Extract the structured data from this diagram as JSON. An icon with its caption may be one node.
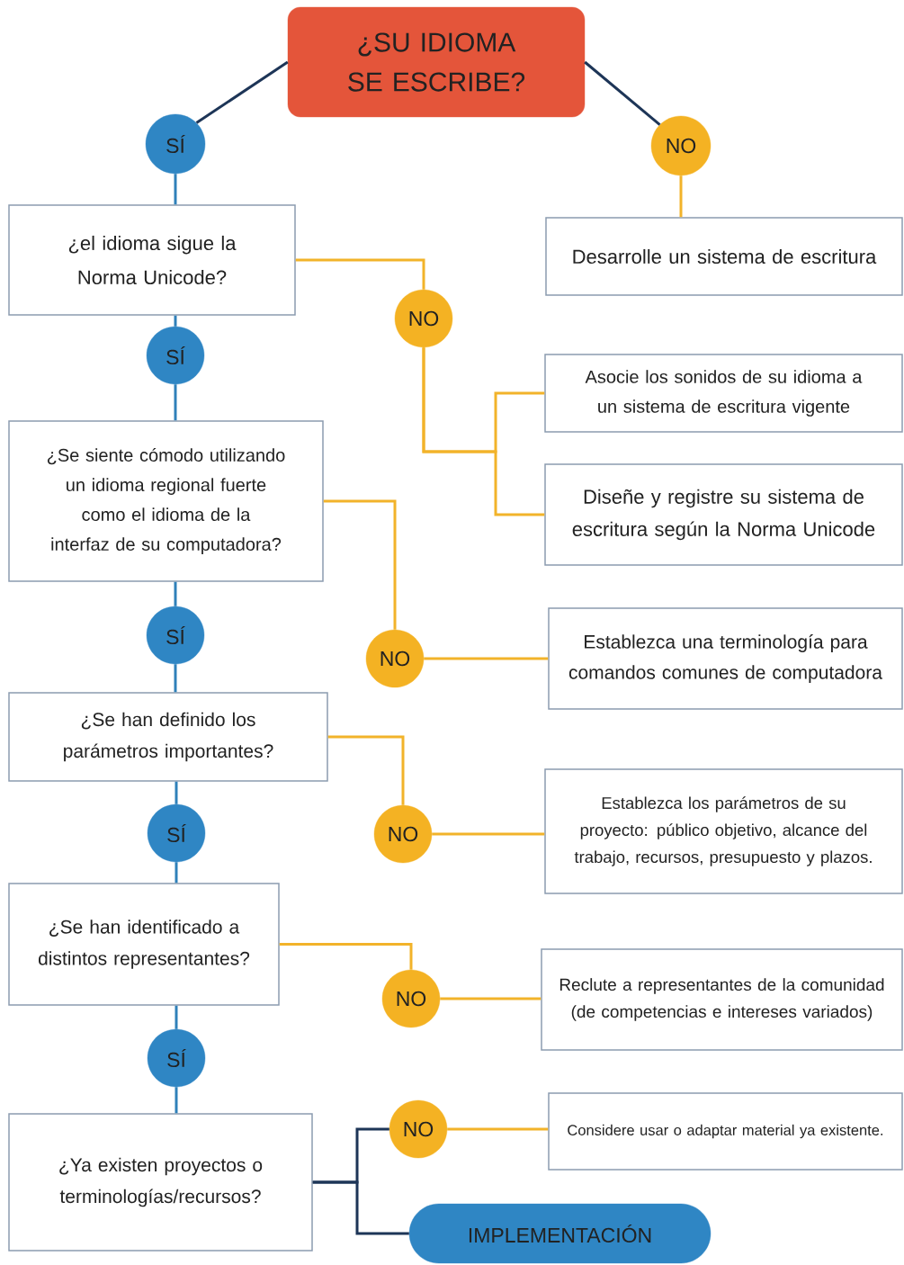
{
  "diagram": {
    "nodes": [
      {
        "text": [
          "¿SU IDIOMA SE ESCRIBE?"
        ]
      },
      {
        "text": [
          "SÍ"
        ]
      },
      {
        "text": [
          "NO"
        ]
      },
      {
        "text": [
          "¿el idioma sigue la Norma Unicode?"
        ]
      },
      {
        "text": [
          "Desarrolle un sistema de escritura"
        ]
      },
      {
        "text": [
          "NO"
        ]
      },
      {
        "text": [
          "SÍ"
        ]
      },
      {
        "text": [
          "Asocie los sonidos de su idioma a un sistema de escritura vigente"
        ]
      },
      {
        "text": [
          "¿Se siente cómodo utilizando un idioma regional fuerte como el idioma de la interfaz de su computadora?"
        ]
      },
      {
        "text": [
          "Diseñe y registre su sistema de escritura según la Norma Unicode"
        ]
      },
      {
        "text": [
          "SÍ"
        ]
      },
      {
        "text": [
          "NO"
        ]
      },
      {
        "text": [
          "Establezca una terminología para comandos comunes de computadora"
        ]
      },
      {
        "text": [
          "¿Se han definido los parámetros importantes?"
        ]
      },
      {
        "text": [
          "SÍ"
        ]
      },
      {
        "text": [
          "NO"
        ]
      },
      {
        "text": [
          "Establezca los parámetros de su proyecto: público objetivo, alcance del trabajo, recursos, presupuesto y plazos."
        ]
      },
      {
        "text": [
          "¿Se han identificado a distintos representantes?"
        ]
      },
      {
        "text": [
          "NO"
        ]
      },
      {
        "text": [
          "Reclute a representantes de la comunidad (de competencias e intereses variados)"
        ]
      },
      {
        "text": [
          "SÍ"
        ]
      },
      {
        "text": [
          "¿Ya existen proyectos o terminologías/recursos?"
        ]
      },
      {
        "text": [
          "NO"
        ]
      },
      {
        "text": [
          "Considere usar o adaptar material ya existente."
        ]
      },
      {
        "text": [
          "IMPLEMENTACIÓN"
        ]
      }
    ],
    "edges": [
      {
        "from": 0,
        "to": 1,
        "arrow": "none",
        "color": "#1d3557"
      },
      {
        "from": 0,
        "to": 2,
        "arrow": "none",
        "color": "#1d3557"
      },
      {
        "from": 1,
        "to": 3,
        "arrow": "none",
        "color": "#2f80b9"
      },
      {
        "from": 2,
        "to": 4,
        "arrow": "none"
      },
      {
        "from": 3,
        "to": 5,
        "arrow": "none"
      },
      {
        "from": 5,
        "to": 7,
        "arrow": "none"
      },
      {
        "from": 5,
        "to": 9,
        "arrow": "none"
      },
      {
        "from": 3,
        "to": 6,
        "arrow": "none",
        "color": "#2f80b9"
      },
      {
        "from": 6,
        "to": 8,
        "arrow": "none",
        "color": "#2f80b9"
      },
      {
        "from": 8,
        "to": 11,
        "arrow": "none"
      },
      {
        "from": 11,
        "to": 12,
        "arrow": "none"
      },
      {
        "from": 8,
        "to": 10,
        "arrow": "none",
        "color": "#2f80b9"
      },
      {
        "from": 10,
        "to": 13,
        "arrow": "none",
        "color": "#2f80b9"
      },
      {
        "from": 13,
        "to": 15,
        "arrow": "none"
      },
      {
        "from": 15,
        "to": 16,
        "arrow": "none"
      },
      {
        "from": 13,
        "to": 14,
        "arrow": "none",
        "color": "#2f80b9"
      },
      {
        "from": 14,
        "to": 17,
        "arrow": "none",
        "color": "#2f80b9"
      },
      {
        "from": 17,
        "to": 18,
        "arrow": "none"
      },
      {
        "from": 18,
        "to": 19,
        "arrow": "none"
      },
      {
        "from": 17,
        "to": 20,
        "arrow": "none",
        "color": "#2f80b9"
      },
      {
        "from": 20,
        "to": 21,
        "arrow": "none",
        "color": "#2f80b9"
      },
      {
        "from": 21,
        "to": 22,
        "arrow": "none",
        "color": "#1d3557"
      },
      {
        "from": 22,
        "to": 23,
        "arrow": "none"
      },
      {
        "from": 21,
        "to": 24,
        "arrow": "none",
        "color": "#1d3557"
      }
    ]
  }
}
